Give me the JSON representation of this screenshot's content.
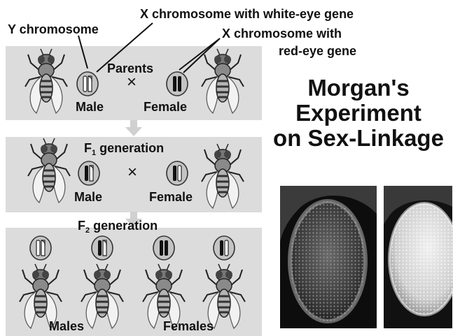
{
  "title": {
    "line1": "Morgan's",
    "line2": "Experiment",
    "line3": "on Sex-Linkage"
  },
  "callouts": {
    "y_chromosome": "Y chromosome",
    "x_white": "X chromosome with white-eye gene",
    "x_red_line1": "X chromosome with",
    "x_red_line2": "red-eye gene"
  },
  "parents": {
    "label": "Parents",
    "male": "Male",
    "female": "Female",
    "cross": "×"
  },
  "f1": {
    "prefix": "F",
    "sub": "1",
    "suffix": " generation",
    "male": "Male",
    "female": "Female",
    "cross": "×"
  },
  "f2": {
    "prefix": "F",
    "sub": "2",
    "suffix": " generation",
    "males": "Males",
    "females": "Females"
  },
  "colors": {
    "panel": "#dcdcdc",
    "circle": "#c4c4c4",
    "chromosome_white": "#ffffff",
    "chromosome_red": "#111111"
  }
}
